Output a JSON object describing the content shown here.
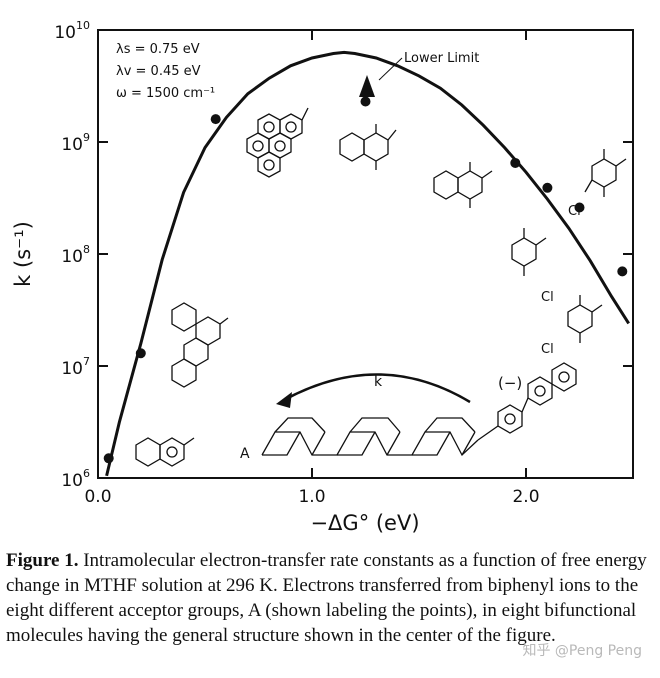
{
  "chart_data": {
    "type": "scatter",
    "xlabel": "−ΔG° (eV)",
    "ylabel": "k (s⁻¹)",
    "xlim": [
      0.0,
      2.5
    ],
    "ylim_log10": [
      6,
      10
    ],
    "y_scale": "log",
    "x_ticks": [
      0.0,
      1.0,
      2.0
    ],
    "x_tick_labels": [
      "0.0",
      "1.0",
      "2.0"
    ],
    "y_ticks_log10": [
      6,
      7,
      8,
      9,
      10
    ],
    "y_tick_mantissa": "10",
    "y_tick_exponents": [
      "6",
      "7",
      "8",
      "9",
      "10"
    ],
    "grid": false,
    "params": [
      "λs = 0.75 eV",
      "λv = 0.45 eV",
      "ω = 1500 cm⁻¹"
    ],
    "points": [
      {
        "x": 0.05,
        "y": 1500000.0
      },
      {
        "x": 0.2,
        "y": 13000000.0
      },
      {
        "x": 0.55,
        "y": 1600000000.0
      },
      {
        "x": 1.25,
        "y": 2300000000.0
      },
      {
        "x": 1.95,
        "y": 650000000.0
      },
      {
        "x": 2.1,
        "y": 390000000.0
      },
      {
        "x": 2.25,
        "y": 260000000.0
      },
      {
        "x": 2.45,
        "y": 70000000.0
      }
    ],
    "lower_limit_point_index": 3,
    "curve": {
      "x": [
        0.04,
        0.1,
        0.2,
        0.3,
        0.4,
        0.5,
        0.6,
        0.7,
        0.8,
        0.9,
        1.0,
        1.1,
        1.15,
        1.2,
        1.3,
        1.4,
        1.5,
        1.6,
        1.7,
        1.8,
        1.9,
        2.0,
        2.1,
        2.2,
        2.3,
        2.4,
        2.48
      ],
      "log10": [
        6.02,
        6.5,
        7.2,
        7.95,
        8.55,
        8.95,
        9.22,
        9.43,
        9.57,
        9.68,
        9.75,
        9.79,
        9.8,
        9.79,
        9.75,
        9.68,
        9.59,
        9.48,
        9.33,
        9.15,
        8.95,
        8.73,
        8.49,
        8.23,
        7.94,
        7.62,
        7.38
      ]
    },
    "annotations": {
      "lower_limit": "Lower Limit",
      "arrow_label": "k",
      "acceptor_label": "A",
      "donor_label": "(−)",
      "cl_1": "Cl",
      "cl_2": "Cl",
      "cl_3": "Cl"
    }
  },
  "caption": {
    "figure_label": "Figure 1.",
    "text": "Intramolecular electron-transfer rate constants as a function of free energy change in MTHF solution at 296 K. Electrons transferred from biphenyl ions to the eight different acceptor groups, A (shown labeling the points), in eight bifunctional molecules having the general structure shown in the center of the figure."
  },
  "watermark": "知乎 @Peng Peng"
}
